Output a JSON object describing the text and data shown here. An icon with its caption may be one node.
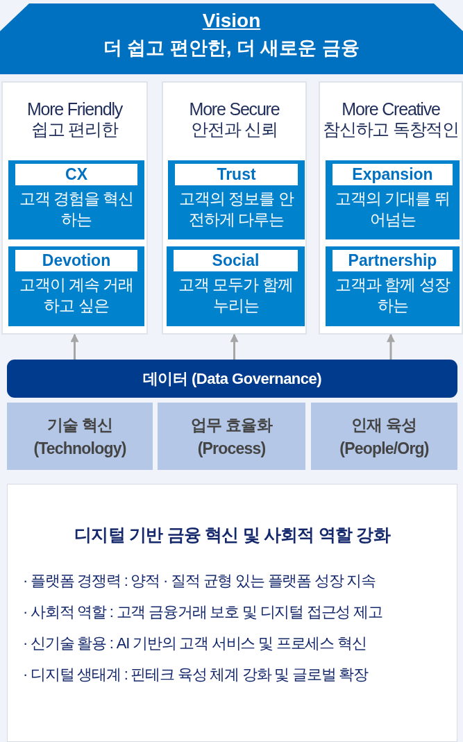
{
  "diagram": {
    "nodes": [
      {
        "text": [
          "Vision",
          "더 쉽고 편안한, 더 새로운 금융"
        ]
      },
      {
        "text": [
          "More Friendly",
          "쉽고 편리한"
        ]
      },
      {
        "text": [
          "CX",
          "고객 경험을 혁신하는"
        ],
        "in": 1
      },
      {
        "text": [
          "Devotion",
          "고객이 계속 거래하고 싶은"
        ],
        "in": 1
      },
      {
        "text": [
          "More Secure",
          "안전과 신뢰"
        ]
      },
      {
        "text": [
          "Trust",
          "고객의 정보를 안전하게 다루는"
        ],
        "in": 4
      },
      {
        "text": [
          "Social",
          "고객 모두가 함께 누리는"
        ],
        "in": 4
      },
      {
        "text": [
          "More Creative",
          "참신하고 독창적인"
        ]
      },
      {
        "text": [
          "Expansion",
          "고객의 기대를 뛰어넘는"
        ],
        "in": 7
      },
      {
        "text": [
          "Partnership",
          "고객과 함께 성장하는"
        ],
        "in": 7
      },
      {
        "text": [
          "데이터 (Data Governance)"
        ]
      },
      {
        "text": [
          "기술 혁신",
          "(Technology)"
        ]
      },
      {
        "text": [
          "업무 효율화",
          "(Process)"
        ]
      },
      {
        "text": [
          "인재 육성",
          "(People/Org)"
        ]
      },
      {
        "text": [
          "디지털 기반 금융 혁신 및 사회적 역할 강화",
          "· 플랫폼 경쟁력 : 양적 · 질적 균형 있는 플랫폼 성장 지속",
          "· 사회적 역할 : 고객 금융거래 보호 및 디지털 접근성 제고",
          "· 신기술 활용 : AI 기반의 고객 서비스 및 프로세스 혁신",
          "· 디지털 생태계 : 핀테크 육성 체계 강화 및 글로벌 확장"
        ]
      }
    ],
    "edges": [
      {
        "from": 10,
        "to": 1,
        "arrow": "to"
      },
      {
        "from": 10,
        "to": 4,
        "arrow": "to"
      },
      {
        "from": 10,
        "to": 7,
        "arrow": "to"
      }
    ]
  }
}
